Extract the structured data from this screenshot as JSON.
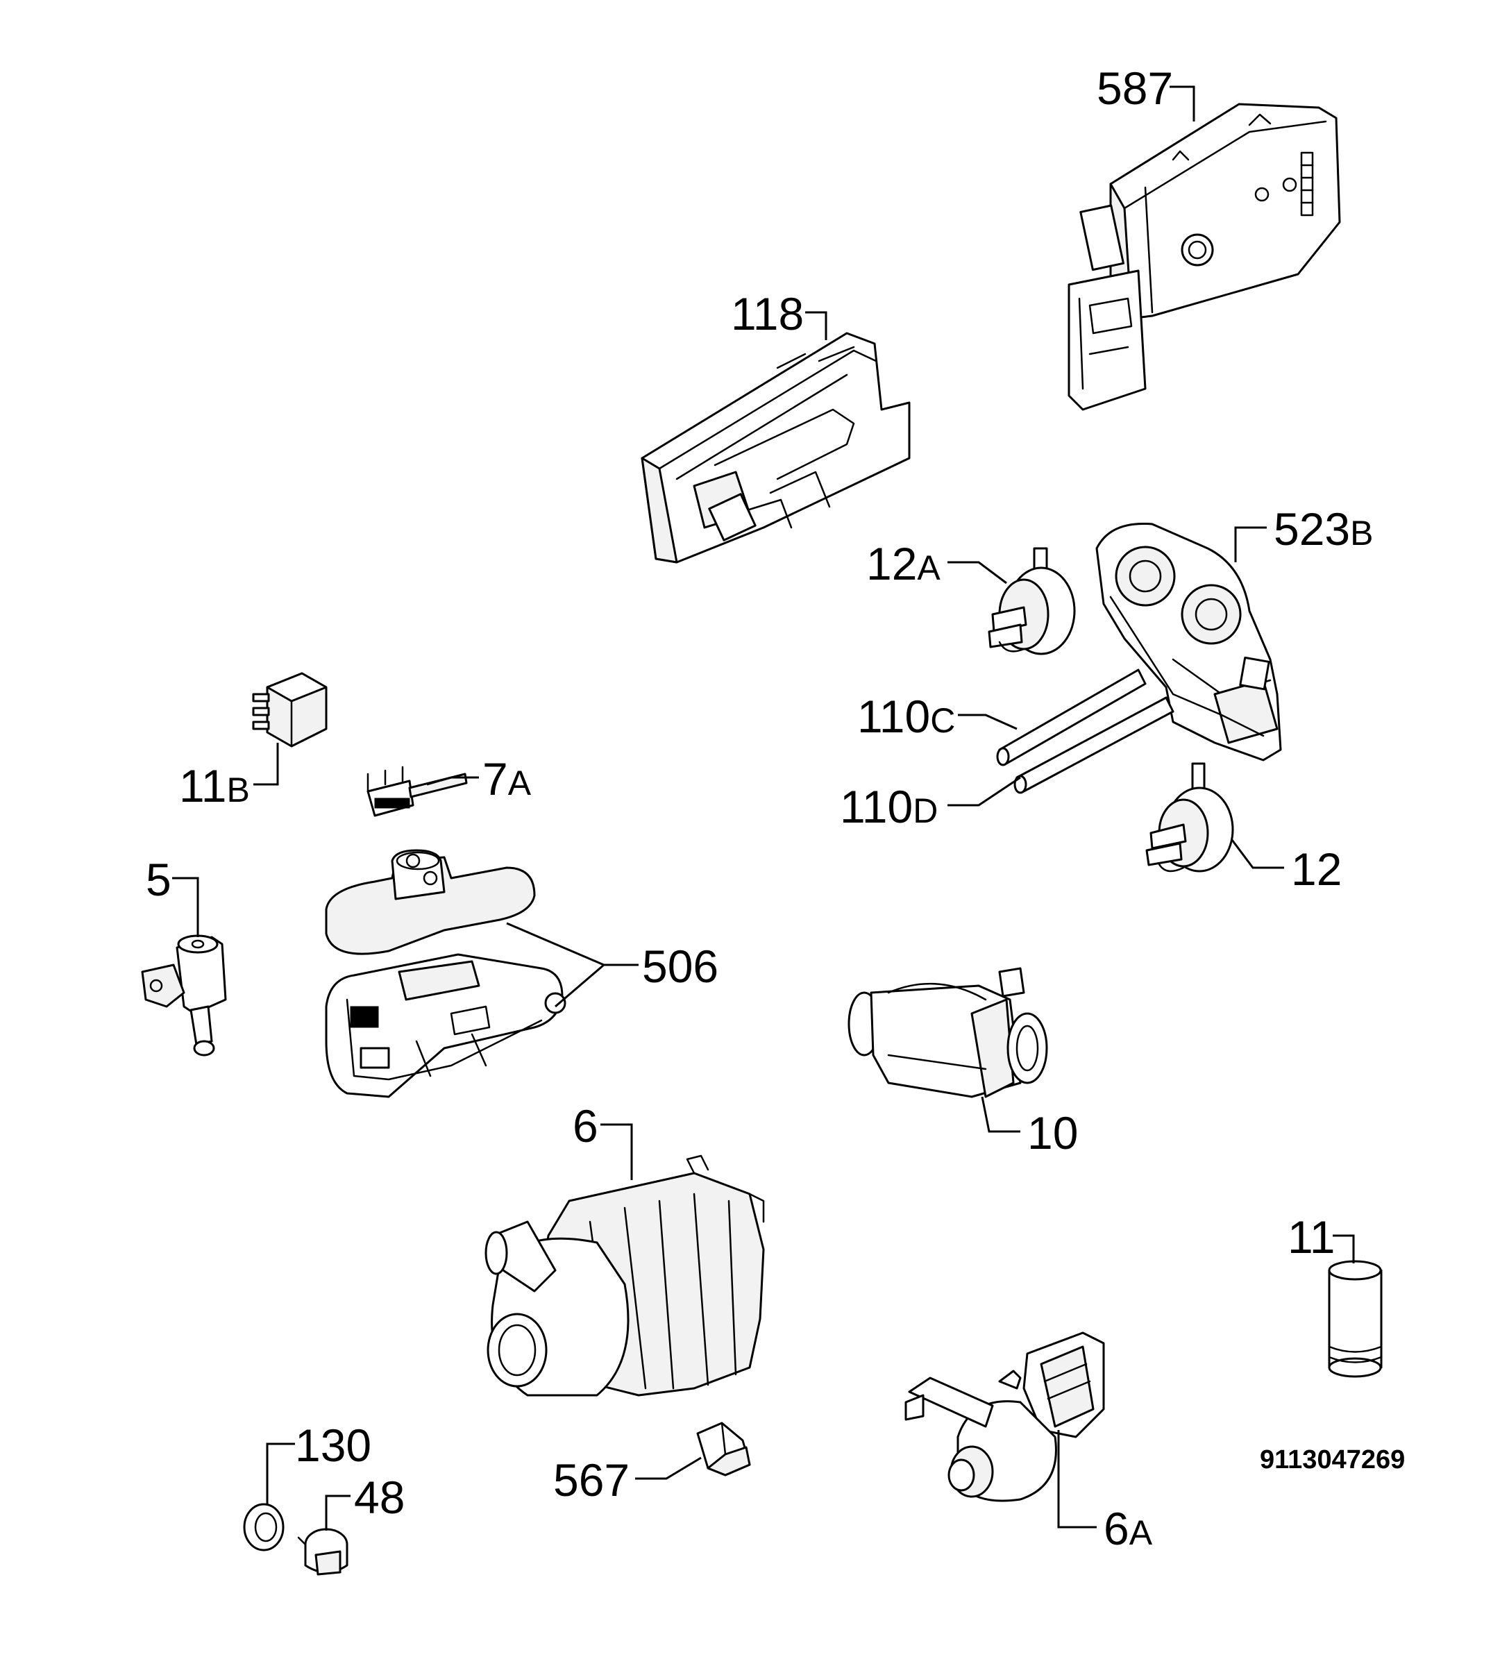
{
  "callouts": {
    "c587": {
      "num": "587",
      "suf": ""
    },
    "c118": {
      "num": "118",
      "suf": ""
    },
    "c523b": {
      "num": "523",
      "suf": "B"
    },
    "c12a": {
      "num": "12",
      "suf": "A"
    },
    "c110c": {
      "num": "110",
      "suf": "C"
    },
    "c110d": {
      "num": "110",
      "suf": "D"
    },
    "c12": {
      "num": "12",
      "suf": ""
    },
    "c11b": {
      "num": "11",
      "suf": "B"
    },
    "c7a": {
      "num": "7",
      "suf": "A"
    },
    "c5": {
      "num": "5",
      "suf": ""
    },
    "c506": {
      "num": "506",
      "suf": ""
    },
    "c10": {
      "num": "10",
      "suf": ""
    },
    "c6": {
      "num": "6",
      "suf": ""
    },
    "c11": {
      "num": "11",
      "suf": ""
    },
    "c130": {
      "num": "130",
      "suf": ""
    },
    "c48": {
      "num": "48",
      "suf": ""
    },
    "c567": {
      "num": "567",
      "suf": ""
    },
    "c6a": {
      "num": "6",
      "suf": "A"
    }
  },
  "drawing_code": "9113047269"
}
